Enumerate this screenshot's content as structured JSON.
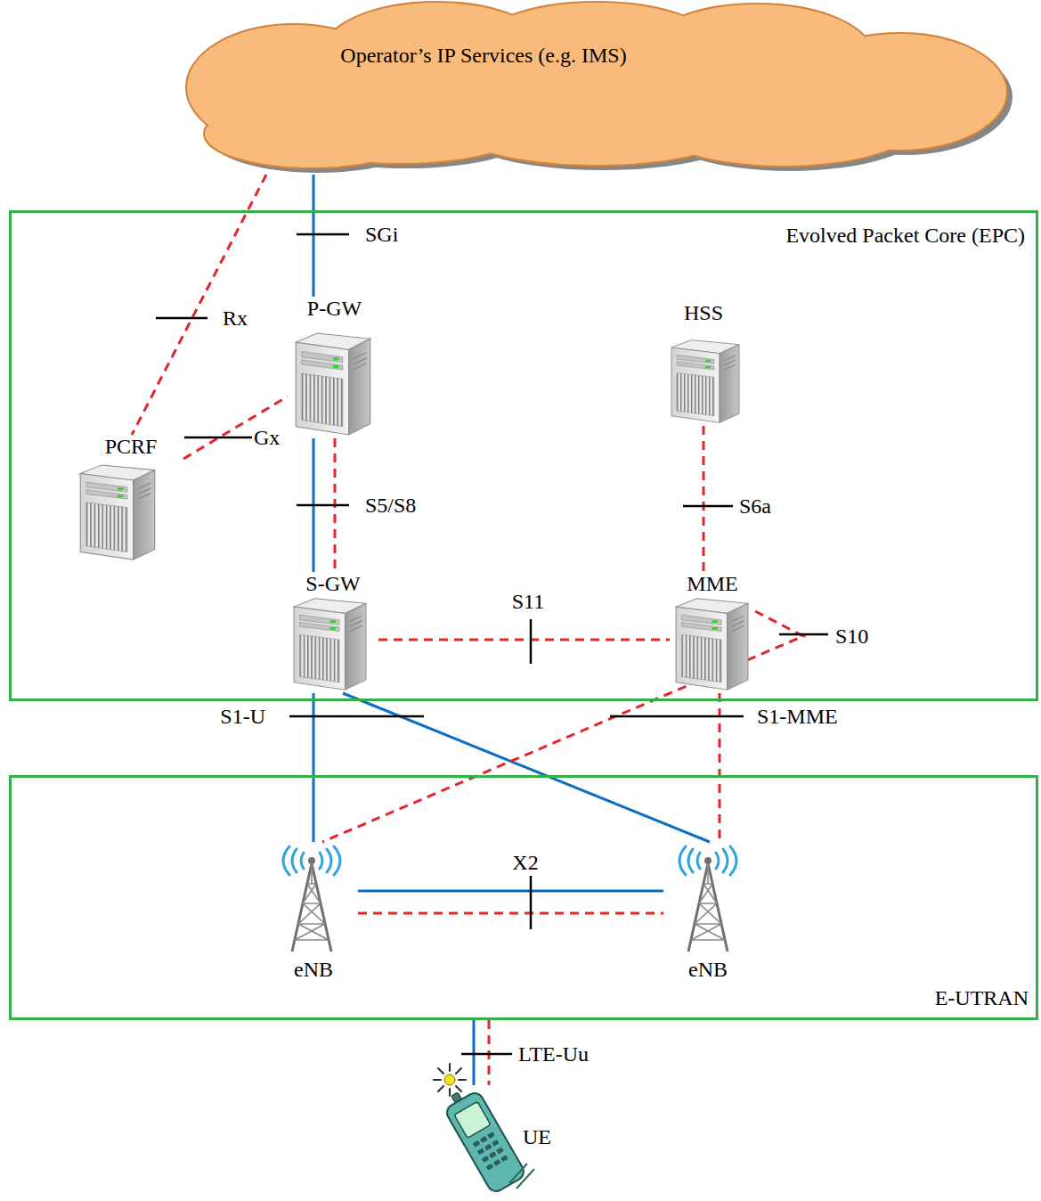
{
  "diagram": {
    "nodes": [
      {
        "text": [
          "Operator’s IP Services (e.g. IMS)"
        ]
      },
      {
        "text": [
          "Evolved Packet Core (EPC)"
        ]
      },
      {
        "text": [
          "P-GW"
        ],
        "in": 1
      },
      {
        "text": [
          "HSS"
        ],
        "in": 1
      },
      {
        "text": [
          "PCRF"
        ],
        "in": 1
      },
      {
        "text": [
          "S-GW"
        ],
        "in": 1
      },
      {
        "text": [
          "MME"
        ],
        "in": 1
      },
      {
        "text": [
          "E-UTRAN"
        ]
      },
      {
        "text": [
          "eNB"
        ],
        "in": 7
      },
      {
        "text": [
          "eNB"
        ],
        "in": 7
      },
      {
        "text": [
          "UE"
        ]
      }
    ],
    "edges": [
      {
        "from": 0,
        "to": 2,
        "arrow": "none",
        "label": "SGi"
      },
      {
        "from": 0,
        "to": 4,
        "arrow": "none",
        "label": "Rx"
      },
      {
        "from": 4,
        "to": 2,
        "arrow": "none",
        "label": "Gx"
      },
      {
        "from": 2,
        "to": 5,
        "arrow": "none",
        "label": "S5/S8"
      },
      {
        "from": 2,
        "to": 5,
        "arrow": "none"
      },
      {
        "from": 3,
        "to": 6,
        "arrow": "none",
        "label": "S6a"
      },
      {
        "from": 5,
        "to": 6,
        "arrow": "none",
        "label": "S11"
      },
      {
        "from": 5,
        "to": 8,
        "arrow": "none",
        "label": "S1-U"
      },
      {
        "from": 5,
        "to": 9,
        "arrow": "none"
      },
      {
        "from": 6,
        "to": 8,
        "arrow": "none"
      },
      {
        "from": 6,
        "to": 9,
        "arrow": "none",
        "label": "S1-MME"
      },
      {
        "from": 8,
        "to": 9,
        "arrow": "none",
        "label": "X2"
      },
      {
        "from": 8,
        "to": 9,
        "arrow": "none"
      },
      {
        "from": 7,
        "to": 10,
        "arrow": "none",
        "label": "LTE-Uu"
      },
      {
        "from": 7,
        "to": 10,
        "arrow": "none"
      }
    ],
    "labels": [
      "S10"
    ]
  }
}
